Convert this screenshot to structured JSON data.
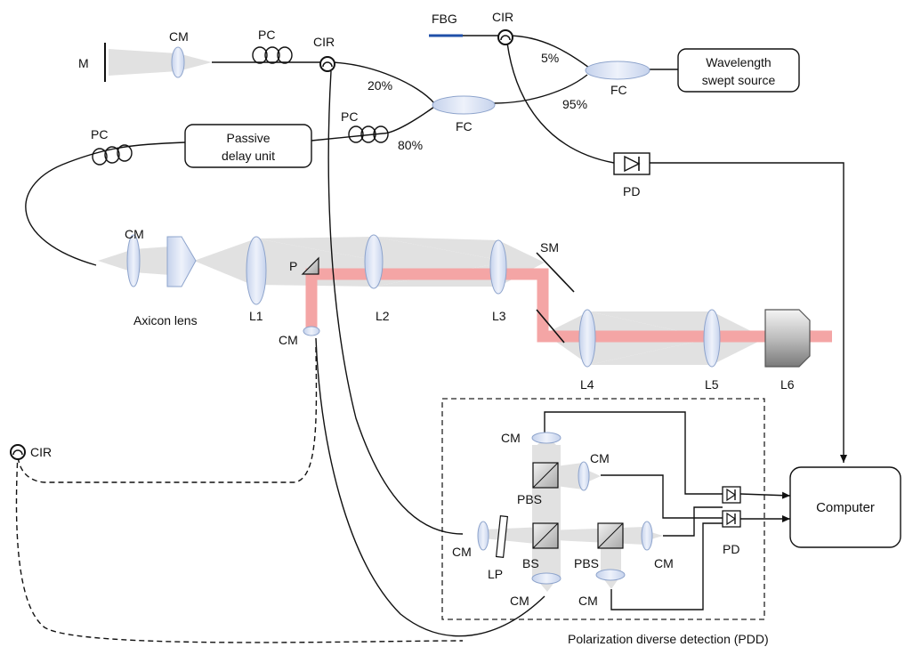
{
  "labels": {
    "m": "M",
    "cm_top": "CM",
    "pc_top": "PC",
    "cir_top": "CIR",
    "fbg": "FBG",
    "cir_source": "CIR",
    "pct5": "5%",
    "pct95": "95%",
    "fc_right": "FC",
    "source_line1": "Wavelength",
    "source_line2": "swept source",
    "pct20": "20%",
    "pct80": "80%",
    "fc_left": "FC",
    "pc_mid": "PC",
    "pc_left": "PC",
    "delay_line1": "Passive",
    "delay_line2": "delay unit",
    "pd_top": "PD",
    "cm_axicon": "CM",
    "axicon": "Axicon lens",
    "l1": "L1",
    "p": "P",
    "cm_pickoff": "CM",
    "l2": "L2",
    "l3": "L3",
    "sm": "SM",
    "l4": "L4",
    "l5": "L5",
    "l6": "L6",
    "cir_left": "CIR",
    "cm_pdd_top": "CM",
    "cm_pdd_topright": "CM",
    "pbs_top": "PBS",
    "cm_pdd_left": "CM",
    "lp": "LP",
    "bs": "BS",
    "pbs_right": "PBS",
    "cm_pdd_right": "CM",
    "cm_pdd_bottom": "CM",
    "cm_pdd_bottomright": "CM",
    "pd_pdd": "PD",
    "computer": "Computer",
    "pdd_caption": "Polarization diverse detection (PDD)"
  },
  "colors": {
    "fiber": "#111111",
    "fbg": "#1f4fa8",
    "beam_gray": "#d9d9d9",
    "beam_red": "#f2a8a8",
    "lens_fill": "#d9e2f3",
    "lens_stroke": "#8ea4cc"
  }
}
